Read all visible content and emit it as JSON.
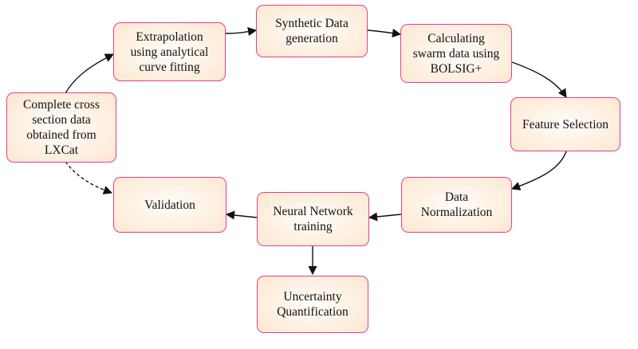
{
  "nodes": {
    "cross_section": {
      "lines": [
        "Complete cross",
        "section data",
        "obtained from",
        "LXCat"
      ]
    },
    "extrapolation": {
      "lines": [
        "Extrapolation",
        "using analytical",
        "curve fitting"
      ]
    },
    "synthetic": {
      "lines": [
        "Synthetic Data",
        "generation"
      ]
    },
    "bolsig": {
      "lines": [
        "Calculating",
        "swarm data using",
        "BOLSIG+"
      ]
    },
    "feature": {
      "lines": [
        "Feature Selection"
      ]
    },
    "normalization": {
      "lines": [
        "Data",
        "Normalization"
      ]
    },
    "neural": {
      "lines": [
        "Neural Network",
        "training"
      ]
    },
    "validation": {
      "lines": [
        "Validation"
      ]
    },
    "uncertainty": {
      "lines": [
        "Uncertainty",
        "Quantification"
      ]
    }
  },
  "edges": [
    {
      "from": "cross_section",
      "to": "extrapolation",
      "style": "solid"
    },
    {
      "from": "extrapolation",
      "to": "synthetic",
      "style": "solid"
    },
    {
      "from": "synthetic",
      "to": "bolsig",
      "style": "solid"
    },
    {
      "from": "bolsig",
      "to": "feature",
      "style": "solid"
    },
    {
      "from": "feature",
      "to": "normalization",
      "style": "solid"
    },
    {
      "from": "normalization",
      "to": "neural",
      "style": "solid"
    },
    {
      "from": "neural",
      "to": "validation",
      "style": "solid"
    },
    {
      "from": "neural",
      "to": "uncertainty",
      "style": "solid"
    },
    {
      "from": "cross_section",
      "to": "validation",
      "style": "dashed"
    }
  ],
  "colors": {
    "border": "#e0408f",
    "fill_center": "#fffdfa",
    "fill_edge": "#fde7d0",
    "arrow": "#111111"
  }
}
